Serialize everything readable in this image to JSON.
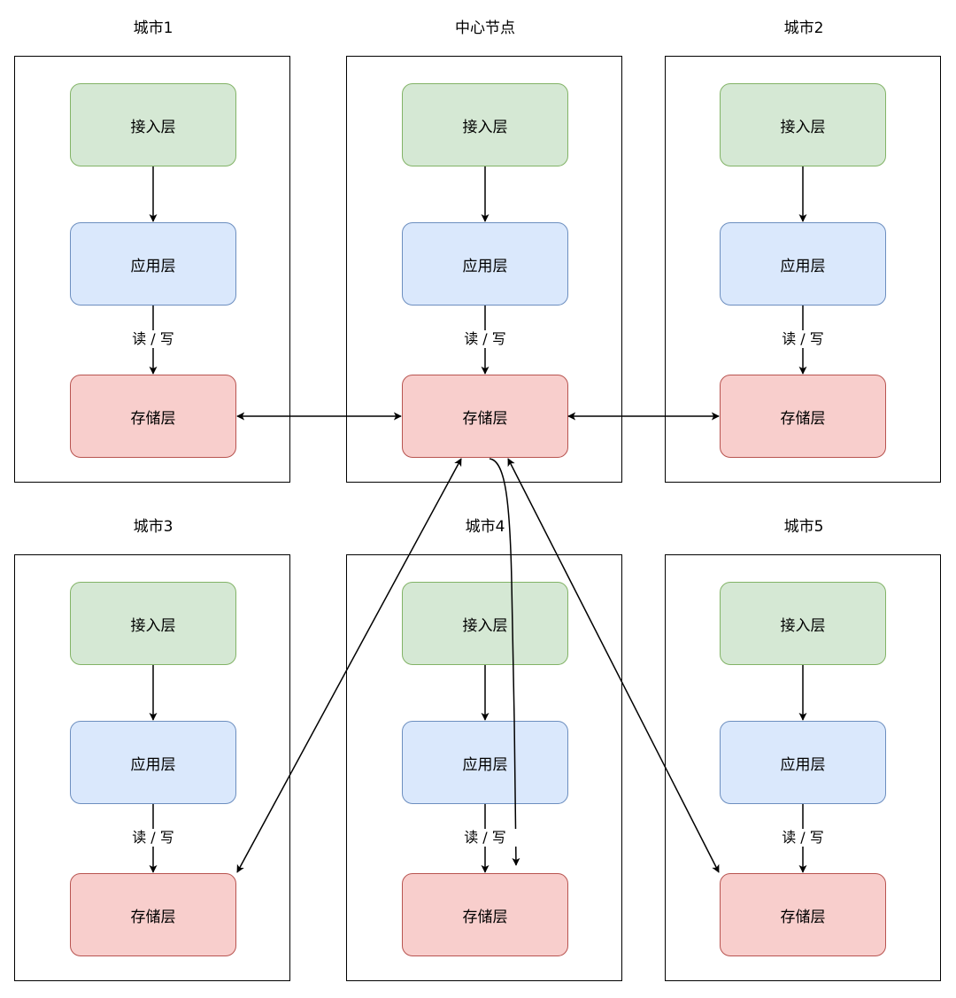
{
  "node_labels": {
    "access": "接入层",
    "app": "应用层",
    "storage": "存储层"
  },
  "edge_label_rw": "读 / 写",
  "regions": [
    {
      "title": "城市1"
    },
    {
      "title": "中心节点"
    },
    {
      "title": "城市2"
    },
    {
      "title": "城市3"
    },
    {
      "title": "城市4"
    },
    {
      "title": "城市5"
    }
  ],
  "colors": {
    "access_fill": "#d5e8d4",
    "access_border": "#82b366",
    "app_fill": "#dae8fc",
    "app_border": "#6c8ebf",
    "storage_fill": "#f8cecc",
    "storage_border": "#b85450"
  }
}
